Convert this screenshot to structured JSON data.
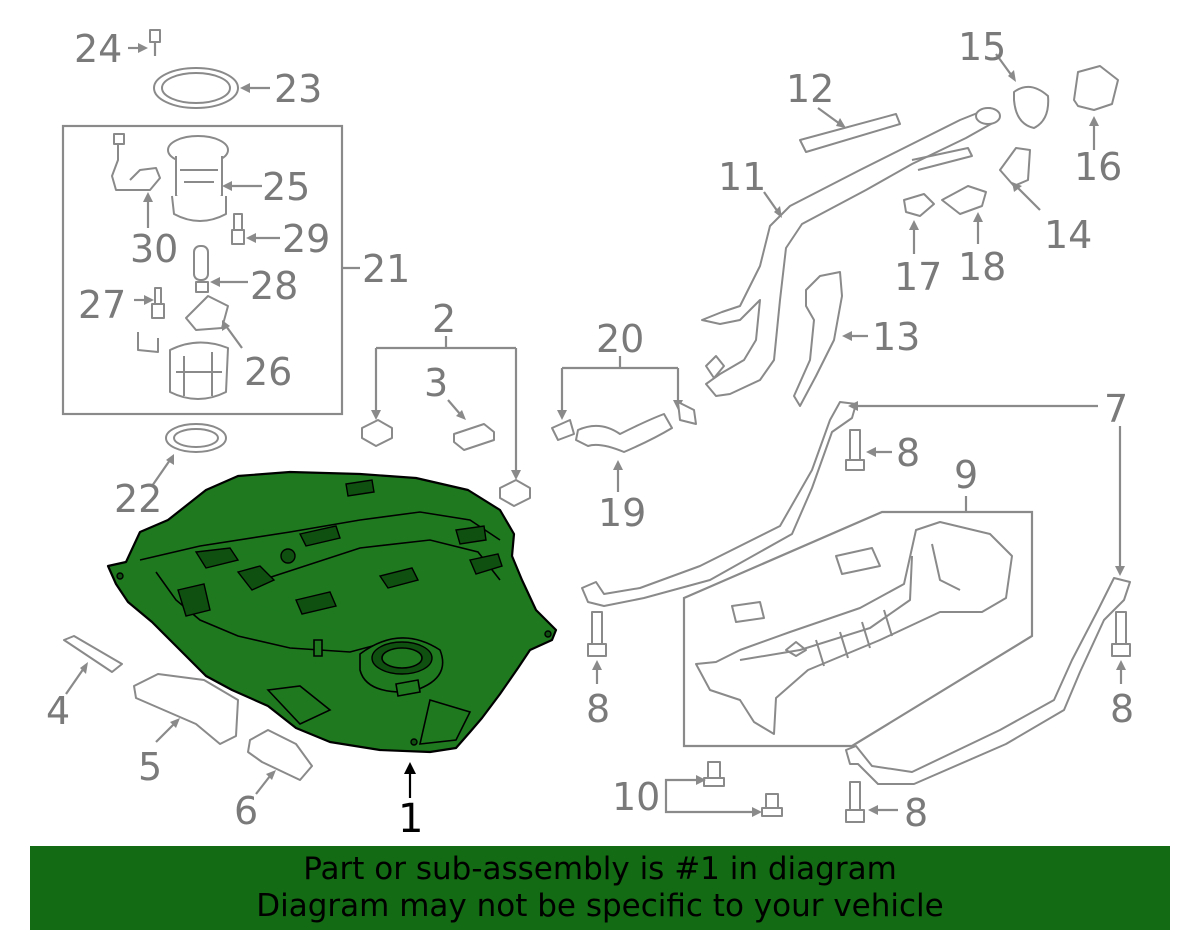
{
  "callouts": {
    "c1": "1",
    "c2": "2",
    "c3": "3",
    "c4": "4",
    "c5": "5",
    "c6": "6",
    "c7": "7",
    "c8": "8",
    "c9": "9",
    "c10": "10",
    "c11": "11",
    "c12": "12",
    "c13": "13",
    "c14": "14",
    "c15": "15",
    "c16": "16",
    "c17": "17",
    "c18": "18",
    "c19": "19",
    "c20": "20",
    "c21": "21",
    "c22": "22",
    "c23": "23",
    "c24": "24",
    "c25": "25",
    "c26": "26",
    "c27": "27",
    "c28": "28",
    "c29": "29",
    "c30": "30"
  },
  "banner": {
    "line1": "Part or sub-assembly is #1 in diagram",
    "line2": "Diagram may not be specific to your vehicle"
  },
  "colors": {
    "highlight": "#1f7a1f",
    "banner": "#136b13",
    "line": "#8a8a8a"
  }
}
